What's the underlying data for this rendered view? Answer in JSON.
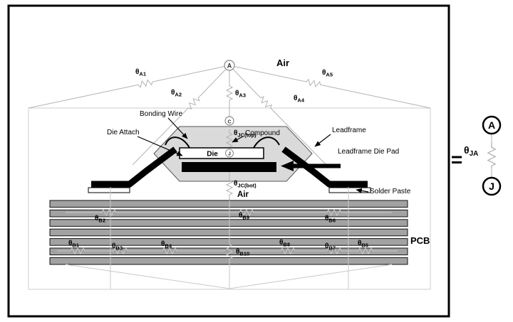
{
  "palette": {
    "ink": "#000000",
    "network_gray": "#b2b2b2",
    "compound_gray": "#d9d9d9",
    "pcb_gray": "#a0a0a0"
  },
  "air_top": "Air",
  "air_mid": "Air",
  "pcb": "PCB",
  "equals": "=",
  "die": "Die",
  "nodes": {
    "a": "A",
    "c": "C",
    "die_j": "J",
    "eq_a": "A",
    "eq_j": "J"
  },
  "callouts": {
    "bonding_wire": "Bonding Wire",
    "die_attach": "Die Attach",
    "compound": "Compound",
    "leadframe": "Leadframe",
    "leadframe_die_pad": "Leadframe Die Pad",
    "solder_paste": "Solder Paste"
  },
  "res": {
    "sym": "θ",
    "a1": "A1",
    "a2": "A2",
    "a3": "A3",
    "a4": "A4",
    "a5": "A5",
    "jc_top": "JC(top)",
    "jc_bot": "JC(bot)",
    "b1": "B1",
    "b2": "B2",
    "b3": "B3",
    "b4": "B4",
    "b5": "B5",
    "b6": "B6",
    "b7": "B7",
    "b8": "B8",
    "b9": "B9",
    "b10": "B10",
    "ja": "JA"
  }
}
